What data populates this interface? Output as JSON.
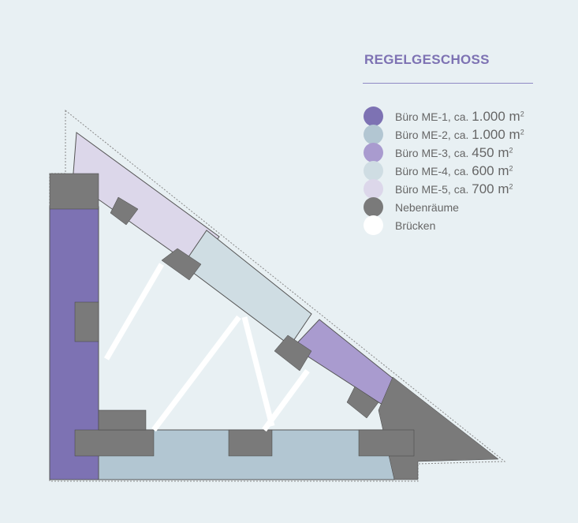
{
  "title": "REGELGESCHOSS",
  "legend": [
    {
      "label": "Büro ME-1, ca.",
      "value": "1.000 m",
      "unit_sup": "2",
      "color": "#7d72b3"
    },
    {
      "label": "Büro ME-2, ca.",
      "value": "1.000 m",
      "unit_sup": "2",
      "color": "#b2c6d2"
    },
    {
      "label": "Büro ME-3, ca.",
      "value": "450 m",
      "unit_sup": "2",
      "color": "#a99bcf"
    },
    {
      "label": "Büro ME-4, ca.",
      "value": "600 m",
      "unit_sup": "2",
      "color": "#cfdde3"
    },
    {
      "label": "Büro ME-5, ca.",
      "value": "700 m",
      "unit_sup": "2",
      "color": "#dcd7ea"
    },
    {
      "label": "Nebenräume",
      "color": "#7a7a7a"
    },
    {
      "label": "Brücken",
      "color": "#ffffff"
    }
  ]
}
